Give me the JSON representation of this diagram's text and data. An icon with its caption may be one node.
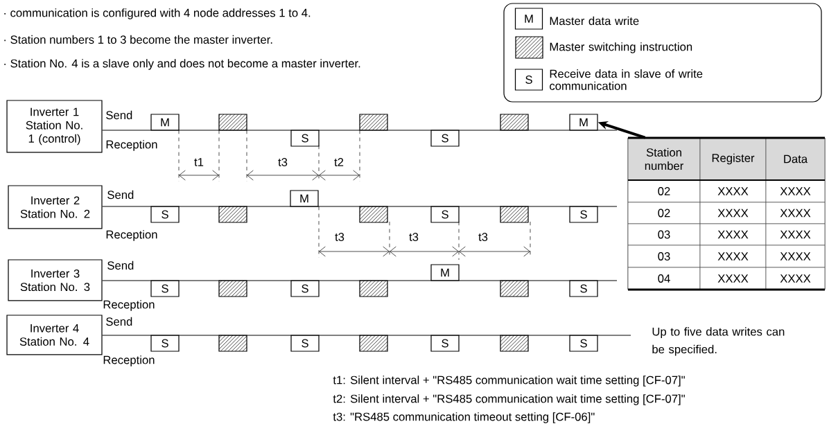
{
  "diagram": {
    "nodes": [
      {
        "text": [
          "Inverter 1 Station No. 1 (control)"
        ]
      },
      {
        "text": [
          "Inverter 2 Station No. 2"
        ]
      },
      {
        "text": [
          "Inverter 3 Station No. 3"
        ]
      },
      {
        "text": [
          "Inverter 4 Station No. 4"
        ]
      },
      {
        "text": [
          "M"
        ]
      },
      {
        "text": [],
        "shape": "box"
      }
    ],
    "edges": [
      {
        "from": 0,
        "to": null,
        "arrow": "none"
      },
      {
        "from": 1,
        "to": null,
        "arrow": "none"
      },
      {
        "from": 2,
        "to": null,
        "arrow": "none"
      },
      {
        "from": 3,
        "to": null,
        "arrow": "none"
      },
      {
        "from": 5,
        "to": 4,
        "arrow": "to",
        "style": "thick"
      }
    ],
    "labels": [
      "· communication is configured with 4 node addresses 1 to 4.",
      "· Station numbers 1 to 3 become the master inverter.",
      "· Station No. 4 is a slave only and does not become a master inverter.",
      "M",
      "S",
      "Send",
      "M",
      "Reception",
      "S",
      "S",
      "t1",
      "t3",
      "t2",
      "Send",
      "M",
      "S",
      "S",
      "S",
      "Reception",
      "t3",
      "t3",
      "t3",
      "Send",
      "M",
      "S",
      "S",
      "S",
      "Reception",
      "Send",
      "S",
      "S",
      "S",
      "S",
      "Reception",
      "Station number",
      "Register",
      "Data",
      "02",
      "XXXX",
      "XXXX",
      "02",
      "XXXX",
      "XXXX",
      "03",
      "XXXX",
      "XXXX",
      "03",
      "XXXX",
      "XXXX",
      "04",
      "XXXX",
      "XXXX",
      "Up to five data writes can be specified.",
      "t1: Silent interval + \"RS485 communication wait time setting [CF-07]\"",
      "t2: Silent interval + \"RS485 communication wait time setting [CF-07]\"",
      "t3: \"RS485 communication timeout setting [CF-06]\""
    ],
    "legend": [
      {
        "text": "Master data write"
      },
      {
        "text": "Master switching instruction"
      },
      {
        "text": "Receive data in slave of write communication"
      }
    ]
  }
}
